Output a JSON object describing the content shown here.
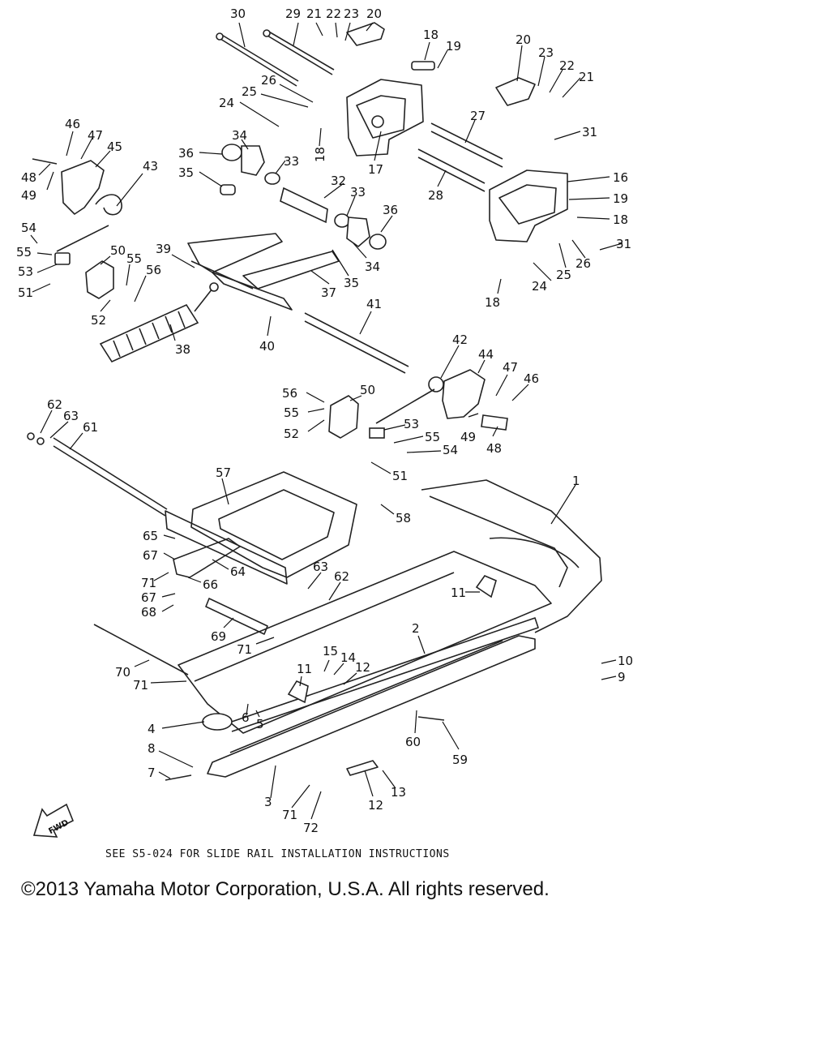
{
  "callouts": [
    "30",
    "29",
    "21",
    "22",
    "23",
    "20",
    "18",
    "19",
    "20",
    "23",
    "22",
    "21",
    "26",
    "25",
    "24",
    "31",
    "18",
    "17",
    "27",
    "34",
    "36",
    "33",
    "35",
    "32",
    "33",
    "36",
    "16",
    "19",
    "18",
    "28",
    "46",
    "47",
    "45",
    "43",
    "48",
    "49",
    "54",
    "55",
    "53",
    "51",
    "50",
    "55",
    "56",
    "52",
    "39",
    "34",
    "35",
    "37",
    "31",
    "26",
    "25",
    "24",
    "18",
    "41",
    "38",
    "40",
    "42",
    "44",
    "47",
    "46",
    "56",
    "55",
    "52",
    "50",
    "53",
    "55",
    "54",
    "49",
    "48",
    "51",
    "62",
    "63",
    "61",
    "57",
    "58",
    "1",
    "65",
    "67",
    "71",
    "66",
    "64",
    "67",
    "68",
    "63",
    "62",
    "11",
    "69",
    "71",
    "2",
    "10",
    "9",
    "70",
    "71",
    "15",
    "14",
    "12",
    "11",
    "6",
    "5",
    "4",
    "60",
    "59",
    "8",
    "7",
    "3",
    "12",
    "13",
    "71",
    "72"
  ],
  "fwd_label": "FWD",
  "note": "SEE S5-024 FOR SLIDE RAIL INSTALLATION INSTRUCTIONS",
  "copyright": "©2013 Yamaha Motor Corporation, U.S.A. All rights reserved."
}
